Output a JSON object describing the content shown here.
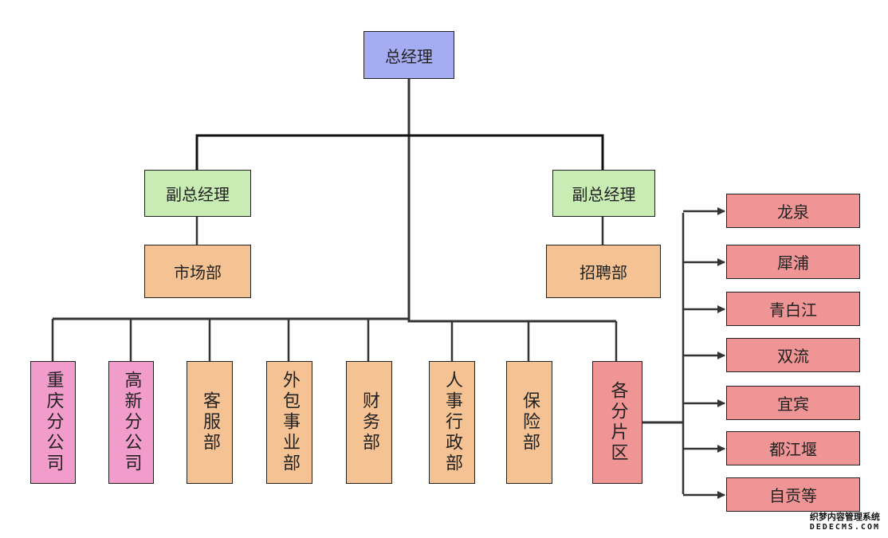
{
  "chart": {
    "root": {
      "label": "总经理",
      "color": "#a6acf2"
    },
    "deputies": [
      {
        "label": "副总经理",
        "color": "#c8ecb4",
        "child": {
          "label": "市场部",
          "color": "#f5c393"
        }
      },
      {
        "label": "副总经理",
        "color": "#c8ecb4",
        "child": {
          "label": "招聘部",
          "color": "#f5c393"
        }
      }
    ],
    "departments": [
      {
        "label": "重庆分公司",
        "color": "#f29ccb"
      },
      {
        "label": "高新分公司",
        "color": "#f29ccb"
      },
      {
        "label": "客服部",
        "color": "#f5c393"
      },
      {
        "label": "外包事业部",
        "color": "#f5c393"
      },
      {
        "label": "财务部",
        "color": "#f5c393"
      },
      {
        "label": "人事行政部",
        "color": "#f5c393"
      },
      {
        "label": "保险部",
        "color": "#f5c393"
      },
      {
        "label": "各分片区",
        "color": "#ef9595"
      }
    ],
    "regions": [
      {
        "label": "龙泉"
      },
      {
        "label": "犀浦"
      },
      {
        "label": "青白江"
      },
      {
        "label": "双流"
      },
      {
        "label": "宜宾"
      },
      {
        "label": "都江堰"
      },
      {
        "label": "自贡等"
      }
    ],
    "region_color": "#ef9595",
    "line_color": "#333333"
  },
  "watermark": {
    "line1": "织梦内容管理系统",
    "line2": "DEDECMS.COM"
  }
}
